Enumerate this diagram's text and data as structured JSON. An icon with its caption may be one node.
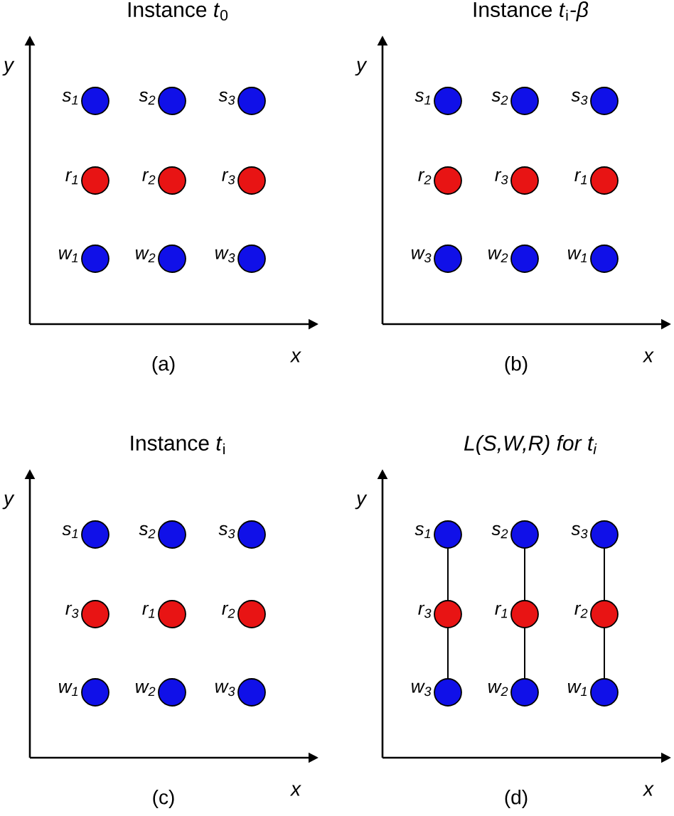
{
  "diagram": {
    "nodes": [
      {
        "text": [],
        "shape": "circle",
        "beside": [
          "s$_{1}$"
        ]
      },
      {
        "text": [],
        "shape": "circle",
        "beside": [
          "s$_{2}$"
        ]
      },
      {
        "text": [],
        "shape": "circle",
        "beside": [
          "s$_{3}$"
        ]
      },
      {
        "text": [],
        "shape": "circle",
        "beside": [
          "r$_{1}$"
        ]
      },
      {
        "text": [],
        "shape": "circle",
        "beside": [
          "r$_{2}$"
        ]
      },
      {
        "text": [],
        "shape": "circle",
        "beside": [
          "r$_{3}$"
        ]
      },
      {
        "text": [],
        "shape": "circle",
        "beside": [
          "w$_{1}$"
        ]
      },
      {
        "text": [],
        "shape": "circle",
        "beside": [
          "w$_{2}$"
        ]
      },
      {
        "text": [],
        "shape": "circle",
        "beside": [
          "w$_{3}$"
        ]
      },
      {
        "text": [],
        "shape": "circle",
        "beside": [
          "s$_{1}$"
        ]
      },
      {
        "text": [],
        "shape": "circle",
        "beside": [
          "s$_{2}$"
        ]
      },
      {
        "text": [],
        "shape": "circle",
        "beside": [
          "s$_{3}$"
        ]
      },
      {
        "text": [],
        "shape": "circle",
        "beside": [
          "r$_{2}$"
        ]
      },
      {
        "text": [],
        "shape": "circle",
        "beside": [
          "r$_{3}$"
        ]
      },
      {
        "text": [],
        "shape": "circle",
        "beside": [
          "r$_{1}$"
        ]
      },
      {
        "text": [],
        "shape": "circle",
        "beside": [
          "w$_{3}$"
        ]
      },
      {
        "text": [],
        "shape": "circle",
        "beside": [
          "w$_{2}$"
        ]
      },
      {
        "text": [],
        "shape": "circle",
        "beside": [
          "w$_{1}$"
        ]
      },
      {
        "text": [],
        "shape": "circle",
        "beside": [
          "s$_{1}$"
        ]
      },
      {
        "text": [],
        "shape": "circle",
        "beside": [
          "s$_{2}$"
        ]
      },
      {
        "text": [],
        "shape": "circle",
        "beside": [
          "s$_{3}$"
        ]
      },
      {
        "text": [],
        "shape": "circle",
        "beside": [
          "r$_{3}$"
        ]
      },
      {
        "text": [],
        "shape": "circle",
        "beside": [
          "r$_{1}$"
        ]
      },
      {
        "text": [],
        "shape": "circle",
        "beside": [
          "r$_{2}$"
        ]
      },
      {
        "text": [],
        "shape": "circle",
        "beside": [
          "w$_{1}$"
        ]
      },
      {
        "text": [],
        "shape": "circle",
        "beside": [
          "w$_{2}$"
        ]
      },
      {
        "text": [],
        "shape": "circle",
        "beside": [
          "w$_{3}$"
        ]
      },
      {
        "text": [],
        "shape": "circle",
        "beside": [
          "s$_{1}$"
        ]
      },
      {
        "text": [],
        "shape": "circle",
        "beside": [
          "s$_{2}$"
        ]
      },
      {
        "text": [],
        "shape": "circle",
        "beside": [
          "s$_{3}$"
        ]
      },
      {
        "text": [],
        "shape": "circle",
        "beside": [
          "r$_{3}$"
        ]
      },
      {
        "text": [],
        "shape": "circle",
        "beside": [
          "r$_{1}$"
        ]
      },
      {
        "text": [],
        "shape": "circle",
        "beside": [
          "r$_{2}$"
        ]
      },
      {
        "text": [],
        "shape": "circle",
        "beside": [
          "w$_{3}$"
        ]
      },
      {
        "text": [],
        "shape": "circle",
        "beside": [
          "w$_{2}$"
        ]
      },
      {
        "text": [],
        "shape": "circle",
        "beside": [
          "w$_{1}$"
        ]
      }
    ],
    "edges": [
      {
        "from": 27,
        "to": 30,
        "arrow": "none"
      },
      {
        "from": 30,
        "to": 33,
        "arrow": "none"
      },
      {
        "from": 28,
        "to": 31,
        "arrow": "none"
      },
      {
        "from": 31,
        "to": 34,
        "arrow": "none"
      },
      {
        "from": 29,
        "to": 32,
        "arrow": "none"
      },
      {
        "from": 32,
        "to": 35,
        "arrow": "none"
      }
    ],
    "labels": [
      "Instance *t*$_{0}$",
      "y",
      "x",
      "(a)",
      "Instance *t*$_{i}$*-β*",
      "y",
      "x",
      "(b)",
      "Instance *t*$_{i}$",
      "y",
      "x",
      "(c)",
      "*L(S,W,R) for t*$_{i}$",
      "y",
      "x",
      "(d)"
    ]
  }
}
